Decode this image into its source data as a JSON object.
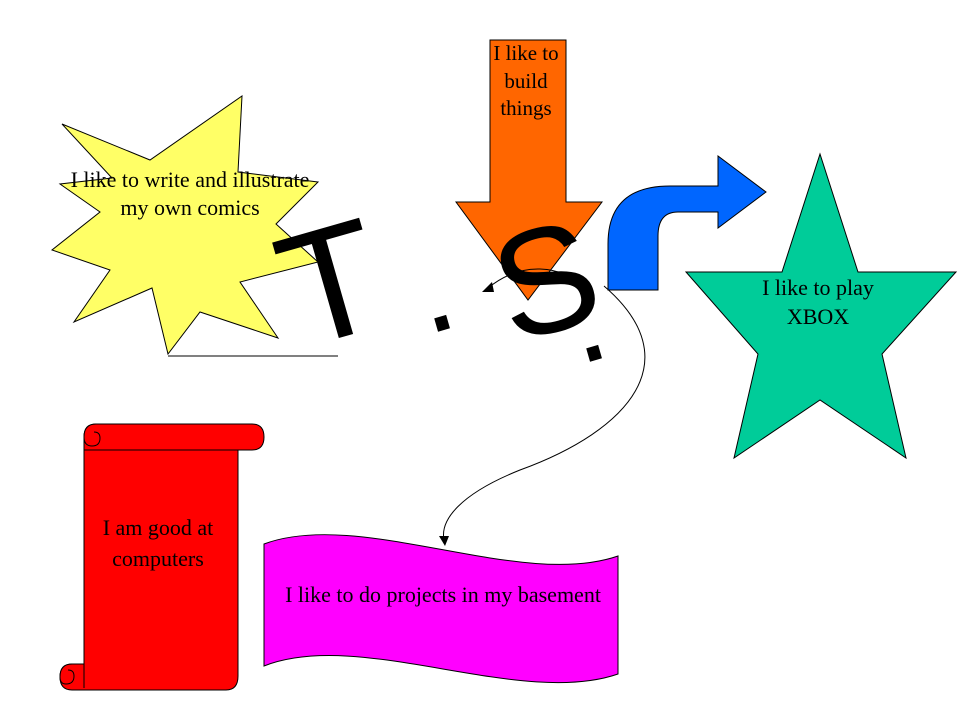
{
  "slide": {
    "letters": {
      "first": "T",
      "dot1": ".",
      "second": "S",
      "dot2": "."
    },
    "burst": {
      "text": "I like to write and illustrate my own comics",
      "fill": "#ffff66"
    },
    "down_arrow": {
      "text": "I like to build things",
      "fill": "#ff6600"
    },
    "bent_arrow": {
      "fill": "#0066ff"
    },
    "star": {
      "text": "I like to play XBOX",
      "fill": "#00cc99"
    },
    "scroll": {
      "text": "I am good at computers",
      "fill": "#ff0000"
    },
    "banner": {
      "text": "I like to do projects in my basement",
      "fill": "#ff00ff"
    }
  }
}
